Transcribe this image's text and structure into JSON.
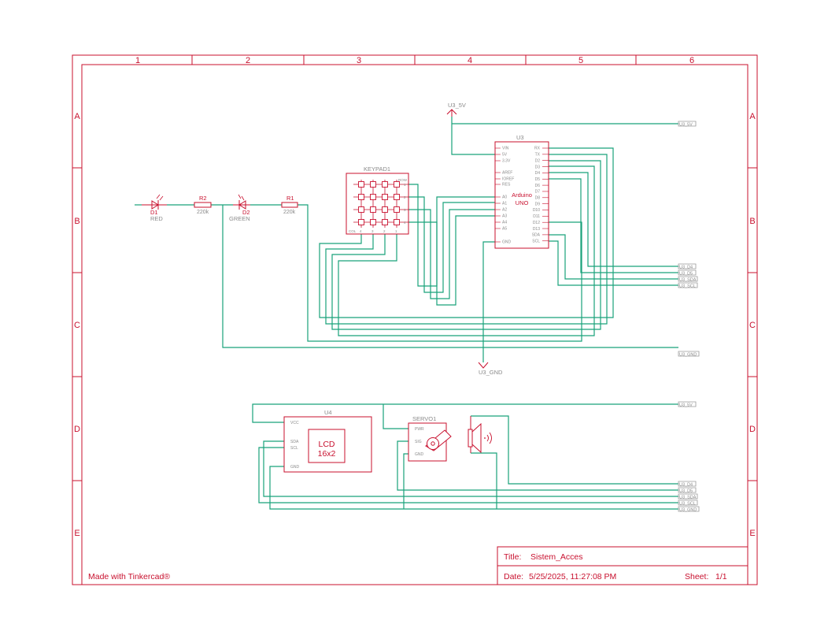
{
  "frame": {
    "columns": [
      "1",
      "2",
      "3",
      "4",
      "5",
      "6"
    ],
    "rows": [
      "A",
      "B",
      "C",
      "D",
      "E"
    ]
  },
  "components": {
    "d1": {
      "ref": "D1",
      "value": "RED"
    },
    "r2": {
      "ref": "R2",
      "value": "220k"
    },
    "d2": {
      "ref": "D2",
      "value": "GREEN"
    },
    "r1": {
      "ref": "R1",
      "value": "220k"
    },
    "keypad": {
      "ref": "KEYPAD1",
      "row_label": "ROW",
      "col_label": "COL",
      "row_nums": [
        "1",
        "2",
        "3",
        "4"
      ],
      "col_nums": [
        "4",
        "3",
        "2",
        "1"
      ]
    },
    "u3": {
      "ref": "U3",
      "title_line1": "Arduino",
      "title_line2": "UNO",
      "left_pins": [
        "VIN",
        "5V",
        "3.3V",
        "AREF",
        "IOREF",
        "RES",
        "A0",
        "A1",
        "A2",
        "A3",
        "A4",
        "A5",
        "GND"
      ],
      "right_pins": [
        "RX",
        "TX",
        "D2",
        "D3",
        "D4",
        "D5",
        "D6",
        "D7",
        "D8",
        "D9",
        "D10",
        "D11",
        "D12",
        "D13",
        "SDA",
        "SCL"
      ]
    },
    "u4": {
      "ref": "U4",
      "line1": "LCD",
      "line2": "16x2",
      "pins": [
        "VCC",
        "SDA",
        "SCL",
        "GND"
      ]
    },
    "servo": {
      "ref": "SERVO1",
      "pins": [
        "PWR",
        "SIG",
        "GND"
      ]
    }
  },
  "power": {
    "vcc": "U3_5V",
    "gnd": "U3_GND"
  },
  "net_labels": {
    "top_5v": "U3_5V",
    "mid": [
      "U3_D4",
      "U3_D5",
      "U3_SDA",
      "U3_SCL"
    ],
    "gnd": "U3_GND",
    "bot_5v": "U3_5V",
    "bottom": [
      "U3_D4",
      "U3_D5",
      "U3_SDA",
      "U3_SCL",
      "U3_GND"
    ]
  },
  "title_block": {
    "title_label": "Title:",
    "title": "Sistem_Acces",
    "date_label": "Date:",
    "date": "5/25/2025, 11:27:08 PM",
    "sheet_label": "Sheet:",
    "sheet": "1/1"
  },
  "credit": "Made with Tinkercad®"
}
